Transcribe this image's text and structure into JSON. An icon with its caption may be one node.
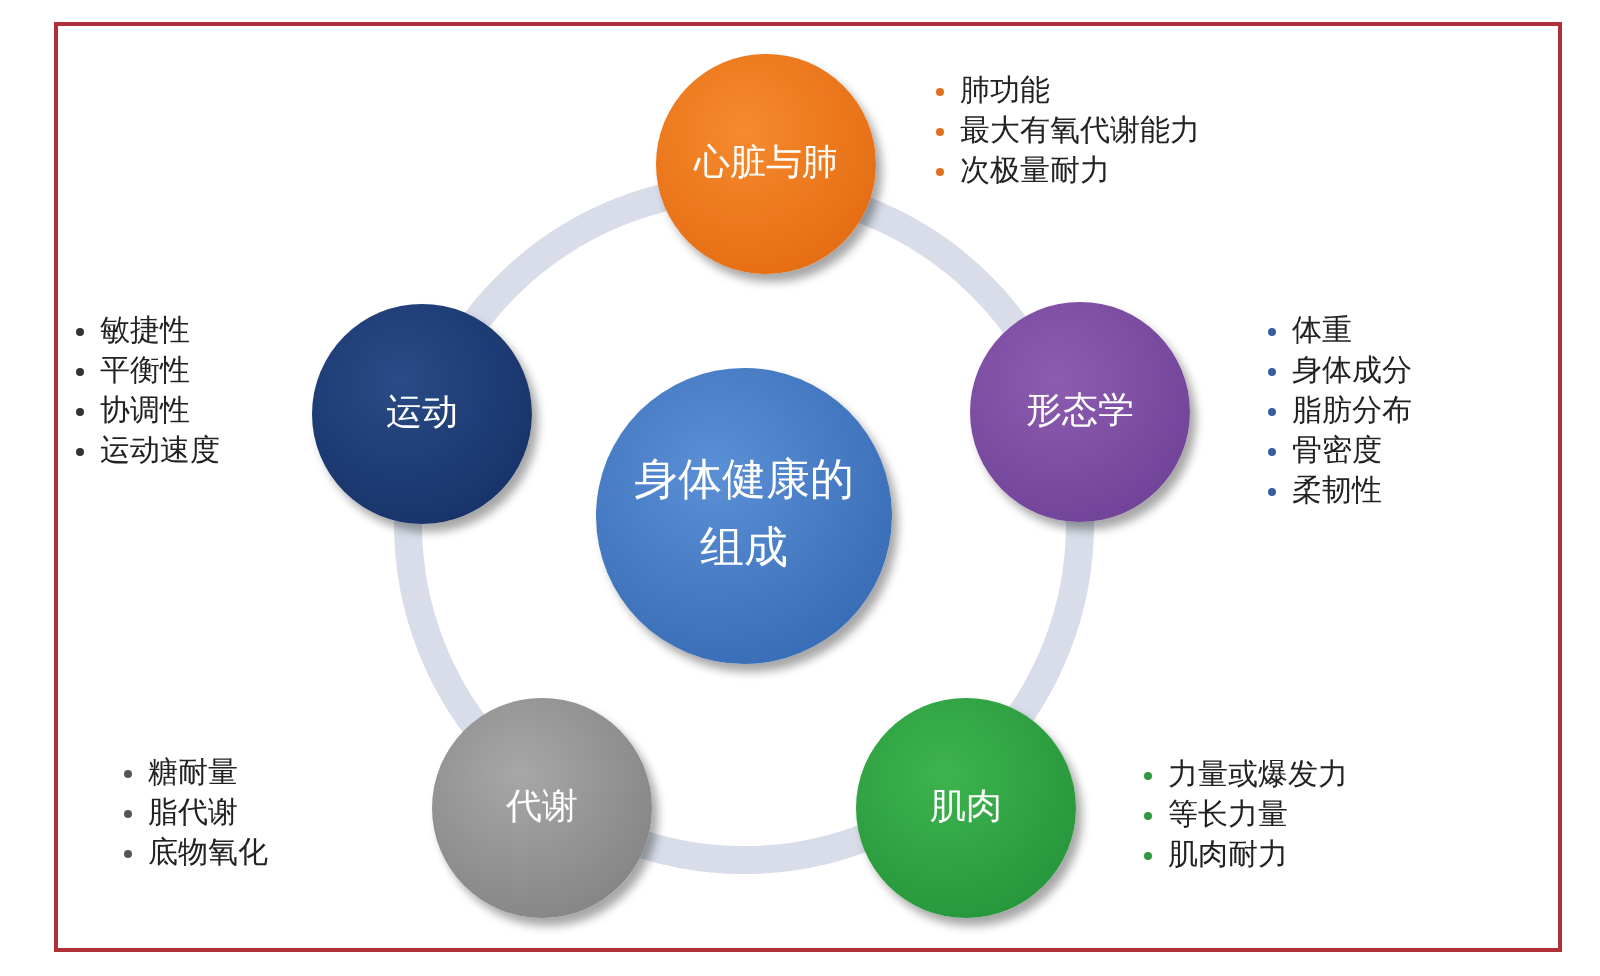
{
  "diagram": {
    "nodes": [
      {
        "text": [
          "身体健康的组成"
        ]
      },
      {
        "text": [
          "心脏与肺"
        ],
        "beside": [
          "肺功能",
          "最大有氧代谢能力",
          "次极量耐力"
        ]
      },
      {
        "text": [
          "形态学"
        ],
        "beside": [
          "体重",
          "身体成分",
          "脂肪分布",
          "骨密度",
          "柔韧性"
        ]
      },
      {
        "text": [
          "肌肉"
        ],
        "beside": [
          "力量或爆发力",
          "等长力量",
          "肌肉耐力"
        ]
      },
      {
        "text": [
          "代谢"
        ],
        "beside": [
          "糖耐量",
          "脂代谢",
          "底物氧化"
        ]
      },
      {
        "text": [
          "运动"
        ],
        "beside": [
          "敏捷性",
          "平衡性",
          "协调性",
          "运动速度"
        ]
      }
    ]
  }
}
